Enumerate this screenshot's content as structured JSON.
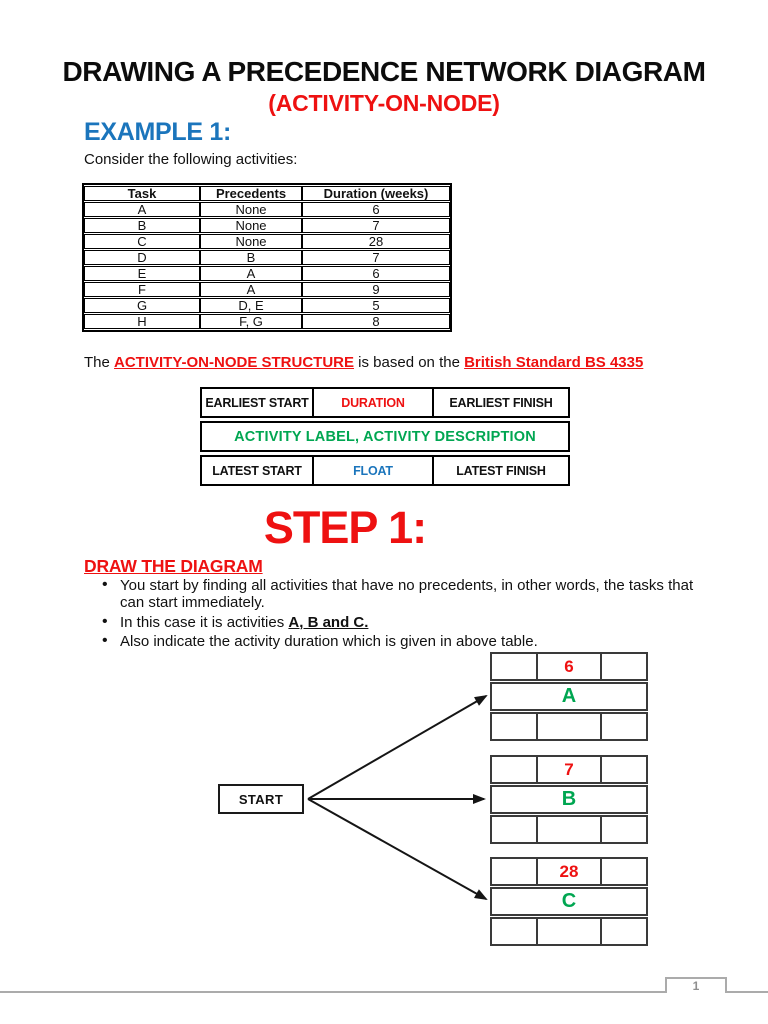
{
  "header": {
    "title": "DRAWING A PRECEDENCE NETWORK DIAGRAM",
    "subtitle": "(ACTIVITY-ON-NODE)",
    "example_heading": "EXAMPLE 1:",
    "intro": "Consider the following activities:"
  },
  "activities_table": {
    "headers": [
      "Task",
      "Precedents",
      "Duration (weeks)"
    ],
    "rows": [
      {
        "task": "A",
        "precedents": "None",
        "duration": "6"
      },
      {
        "task": "B",
        "precedents": "None",
        "duration": "7"
      },
      {
        "task": "C",
        "precedents": "None",
        "duration": "28"
      },
      {
        "task": "D",
        "precedents": "B",
        "duration": "7"
      },
      {
        "task": "E",
        "precedents": "A",
        "duration": "6"
      },
      {
        "task": "F",
        "precedents": "A",
        "duration": "9"
      },
      {
        "task": "G",
        "precedents": "D, E",
        "duration": "5"
      },
      {
        "task": "H",
        "precedents": "F, G",
        "duration": "8"
      }
    ]
  },
  "structure_sentence": {
    "lead": "The ",
    "link1": "ACTIVITY-ON-NODE STRUCTURE",
    "mid": " is based on the ",
    "link2": "British Standard BS 4335"
  },
  "structure_table": {
    "earliest_start": "EARLIEST START",
    "duration": "DURATION",
    "earliest_finish": "EARLIEST FINISH",
    "activity_row": "ACTIVITY LABEL, ACTIVITY DESCRIPTION",
    "latest_start": "LATEST START",
    "float": "FLOAT",
    "latest_finish": "LATEST FINISH"
  },
  "step": {
    "heading": "STEP 1:",
    "subheading": "DRAW THE DIAGRAM",
    "bullets": [
      {
        "text": "You start by finding all activities that have no precedents, in other words, the tasks that can start immediately."
      },
      {
        "prefix": "In this case it is activities ",
        "emphasis": "A, B and C."
      },
      {
        "text": "Also indicate the activity duration which is given in above table."
      }
    ]
  },
  "diagram": {
    "start_label": "START",
    "nodes": [
      {
        "duration": "6",
        "label": "A"
      },
      {
        "duration": "7",
        "label": "B"
      },
      {
        "duration": "28",
        "label": "C"
      }
    ]
  },
  "footer": {
    "page_number": "1"
  },
  "colors": {
    "red": "#ee1111",
    "green": "#00a651",
    "blue": "#1b75bc",
    "footer-gray": "#ababab",
    "footer-text": "#8f8f8f"
  }
}
